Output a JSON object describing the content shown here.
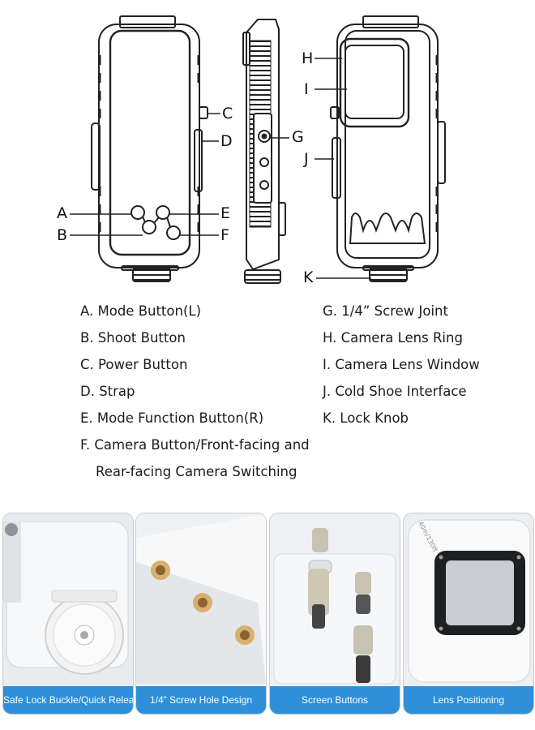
{
  "callouts": {
    "a": "A",
    "b": "B",
    "c": "C",
    "d": "D",
    "e": "E",
    "f": "F",
    "g": "G",
    "h": "H",
    "i": "I",
    "j": "J",
    "k": "K"
  },
  "legend": {
    "left": [
      "A. Mode Button(L)",
      "B. Shoot Button",
      "C. Power Button",
      "D. Strap",
      "E. Mode Function Button(R)",
      "F. Camera Button/Front-facing and",
      "Rear-facing Camera Switching"
    ],
    "right": [
      "G. 1/4”  Screw Joint",
      "H. Camera Lens Ring",
      "I. Camera Lens Window",
      "J. Cold Shoe Interface",
      "K. Lock Knob"
    ]
  },
  "panels": [
    {
      "caption": "Safe Lock Buckle/Quick Release"
    },
    {
      "caption": "1/4”  Screw Hole Design"
    },
    {
      "caption": "Screen Buttons"
    },
    {
      "caption": "Lens Positioning",
      "engraving": "40m/130ft"
    }
  ],
  "colors": {
    "caption_bar": "#2f8fd8",
    "outline": "#222222",
    "brass": "#c89a56"
  }
}
